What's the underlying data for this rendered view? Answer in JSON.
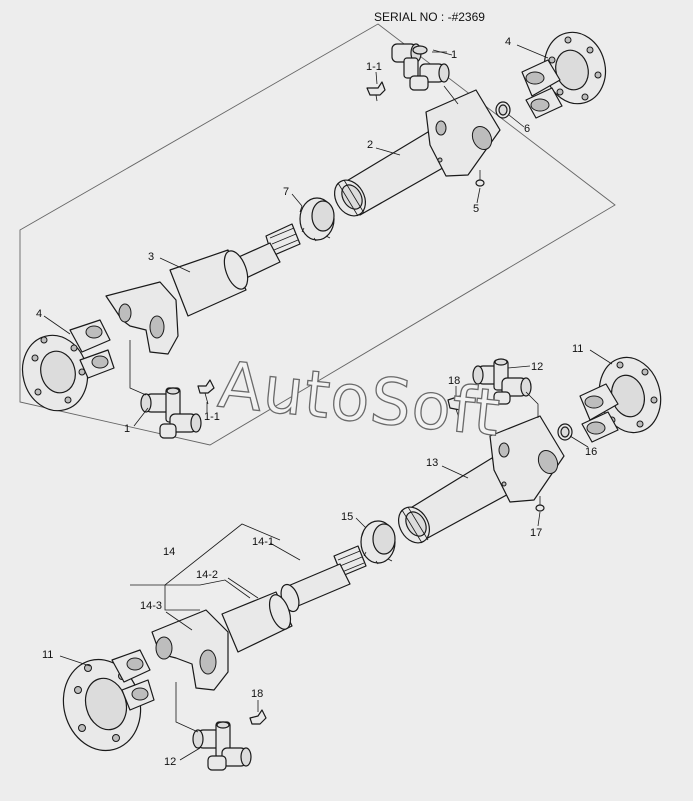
{
  "serial": "SERIAL NO : -#2369",
  "watermark": "AutoSoft",
  "labels": {
    "l1a": "1",
    "l1_1a": "1-1",
    "l4a": "4",
    "l6": "6",
    "l2": "2",
    "l5": "5",
    "l7": "7",
    "l3": "3",
    "l4b": "4",
    "l1b": "1",
    "l1_1b": "1-1",
    "l11a": "11",
    "l12a": "12",
    "l18a": "18",
    "l16": "16",
    "l13": "13",
    "l15": "15",
    "l17": "17",
    "l14": "14",
    "l14_1": "14-1",
    "l14_2": "14-2",
    "l14_3": "14-3",
    "l11b": "11",
    "l18b": "18",
    "l12b": "12"
  }
}
